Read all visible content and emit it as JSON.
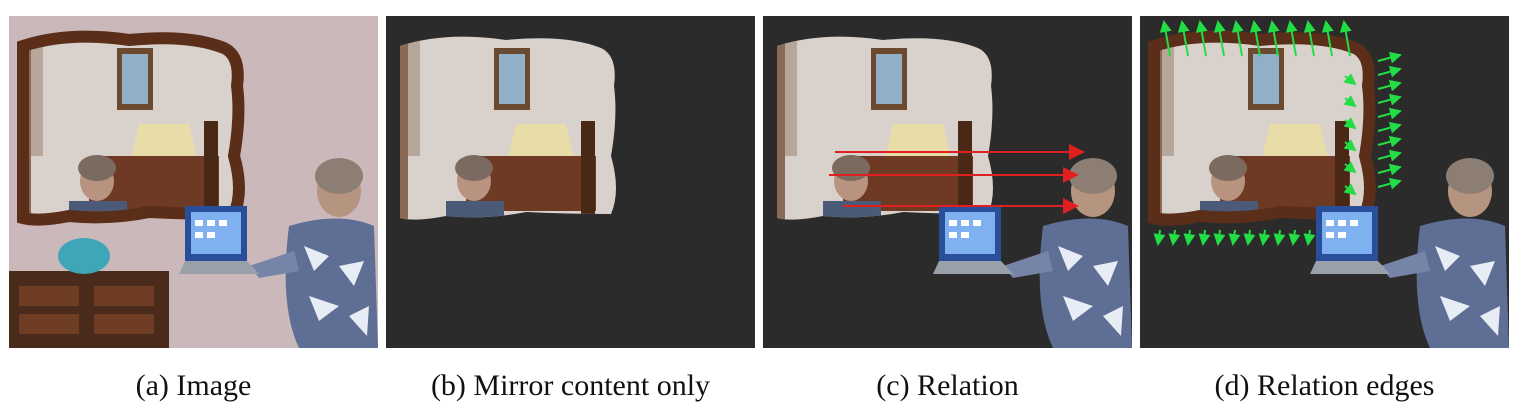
{
  "captions": {
    "a": "(a) Image",
    "b": "(b) Mirror content only",
    "c": "(c) Relation",
    "d": "(d) Relation edges"
  },
  "colors": {
    "background_mask": "#2b2b2b",
    "relation_arrow": "#e02020",
    "edge_arrow": "#22dd44",
    "mirror_frame": "#5a2e18",
    "wall": "#cbb8bb"
  }
}
